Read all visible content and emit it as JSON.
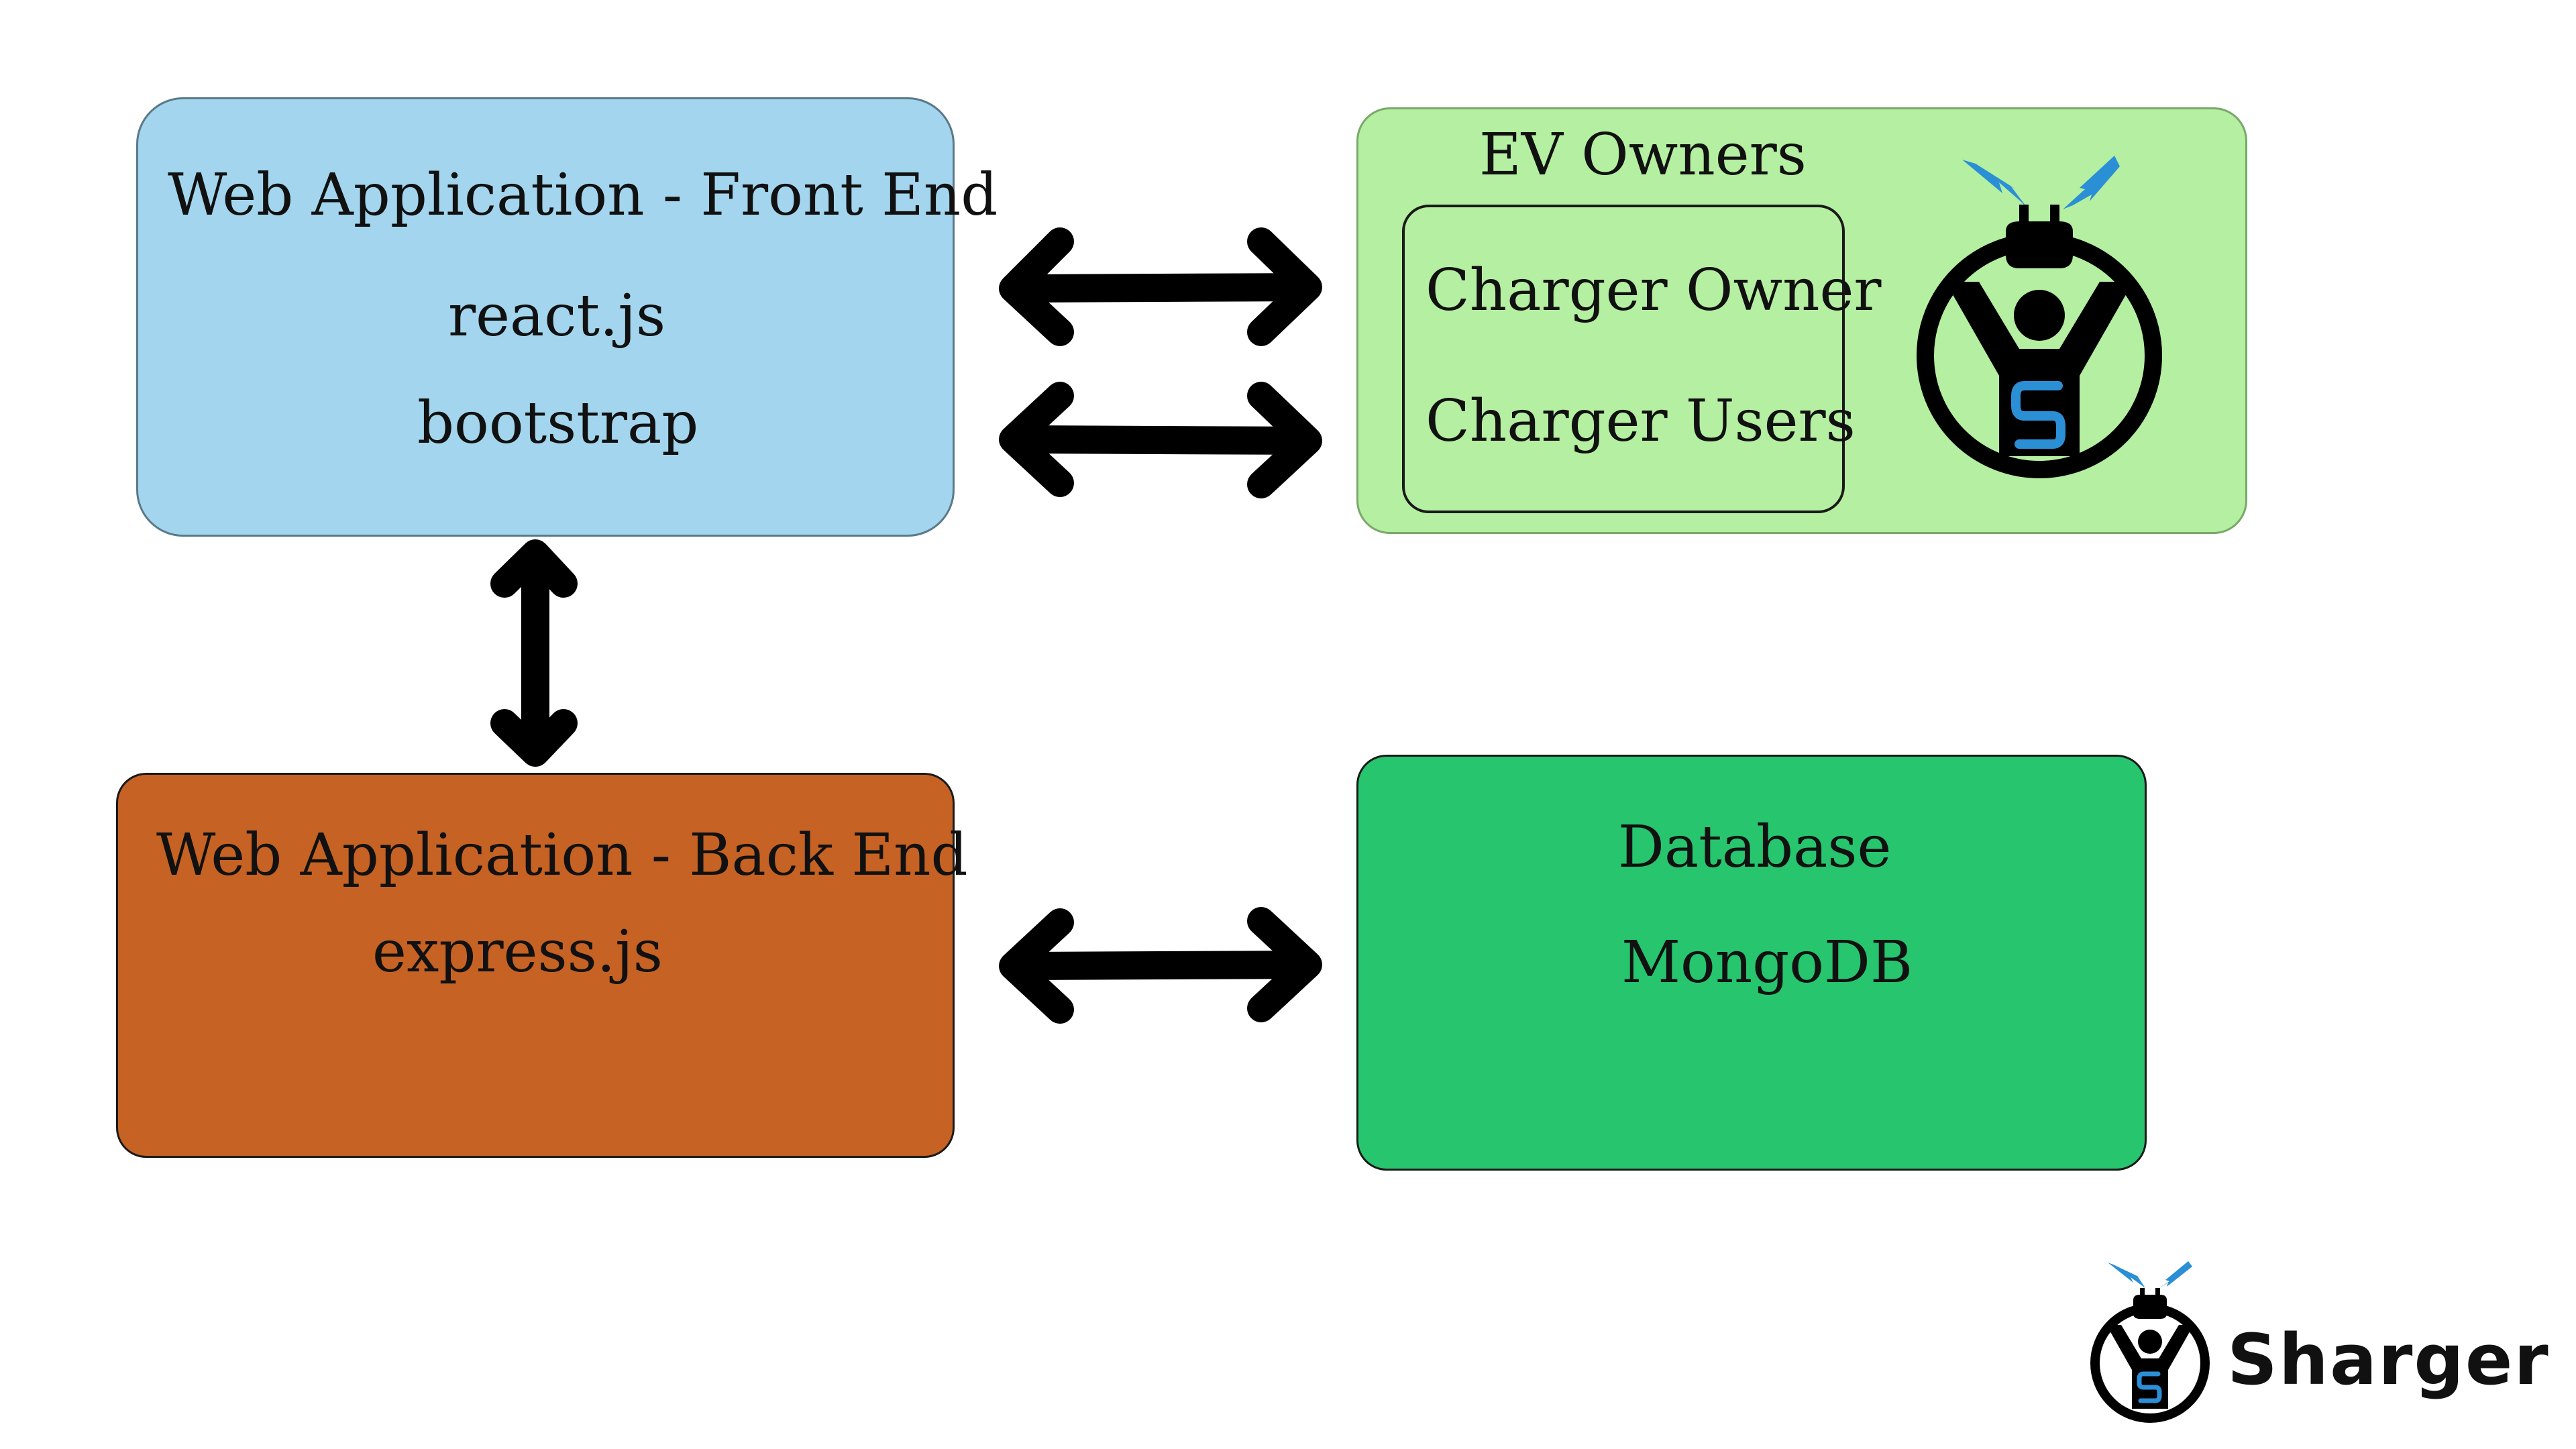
{
  "frontend": {
    "title": "Web Application - Front End",
    "tech_1": "react.js",
    "tech_2": "bootstrap"
  },
  "ev_owners": {
    "title": "EV Owners",
    "role_1": "Charger Owner",
    "role_2": "Charger Users"
  },
  "backend": {
    "title": "Web Application - Back End",
    "tech_1": "express.js"
  },
  "database": {
    "title": "Database",
    "tech_1": "MongoDB"
  },
  "brand": {
    "name": "Sharger",
    "logo_letter": "S"
  },
  "colors": {
    "frontend_fill": "#a3d6ee",
    "ev_owners_fill": "#b5efa1",
    "backend_fill": "#c56224",
    "database_fill": "#26c56e",
    "logo_bolt": "#2b8fd6",
    "arrow": "#000000"
  }
}
